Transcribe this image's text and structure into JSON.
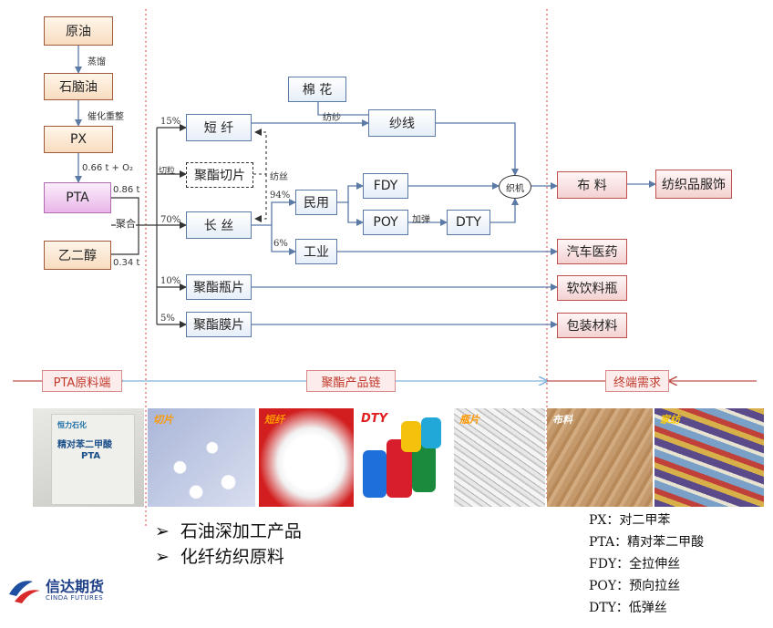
{
  "nodes": {
    "crude_oil": "原油",
    "naphtha": "石脑油",
    "px": "PX",
    "pta": "PTA",
    "meg": "乙二醇",
    "cotton": "棉 花",
    "staple_fiber": "短 纤",
    "yarn": "纱线",
    "chips": "聚酯切片",
    "filament": "长 丝",
    "civil": "民用",
    "industrial": "工业",
    "fdy": "FDY",
    "poy": "POY",
    "dty": "DTY",
    "loom": "织机",
    "fabric": "布 料",
    "apparel": "纺织品服饰",
    "auto_medical": "汽车医药",
    "bottle_chips": "聚酯瓶片",
    "soft_drink_bottle": "软饮料瓶",
    "film_chips": "聚酯膜片",
    "packaging": "包装材料"
  },
  "edge_labels": {
    "distill": "蒸馏",
    "reform": "催化重整",
    "px_ratio": "0.66 t + O₂",
    "pta_ratio": "0.86 t",
    "meg_ratio": "0.34 t",
    "polymerize": "聚合",
    "pct_15": "15%",
    "pct_70": "70%",
    "pct_10": "10%",
    "pct_5": "5%",
    "pct_94": "94%",
    "pct_6": "6%",
    "cut": "切粒",
    "spin_yarn": "纺纱",
    "spin_silk": "纺丝",
    "texture": "加弹"
  },
  "bands": {
    "pta_chain": "PTA原料端",
    "polyester_chain": "聚酯产品链",
    "demand": "终端需求"
  },
  "photos": {
    "pta_bag_brand": "恒力石化",
    "pta_bag_name": "精对苯二甲酸",
    "pta_bag_sub": "PTA",
    "chips": "切片",
    "staple": "短纤",
    "dty": "DTY",
    "bottle": "瓶片",
    "fabric": "布料",
    "home_textile": "家纺"
  },
  "bullets": [
    "石油深加工产品",
    "化纤纺织原料"
  ],
  "legend": [
    "PX：对二甲苯",
    "PTA：精对苯二甲酸",
    "FDY：全拉伸丝",
    "POY：预向拉丝",
    "DTY：低弹丝"
  ],
  "logo": {
    "name": "信达期货",
    "sub": "CINDA FUTURES"
  }
}
